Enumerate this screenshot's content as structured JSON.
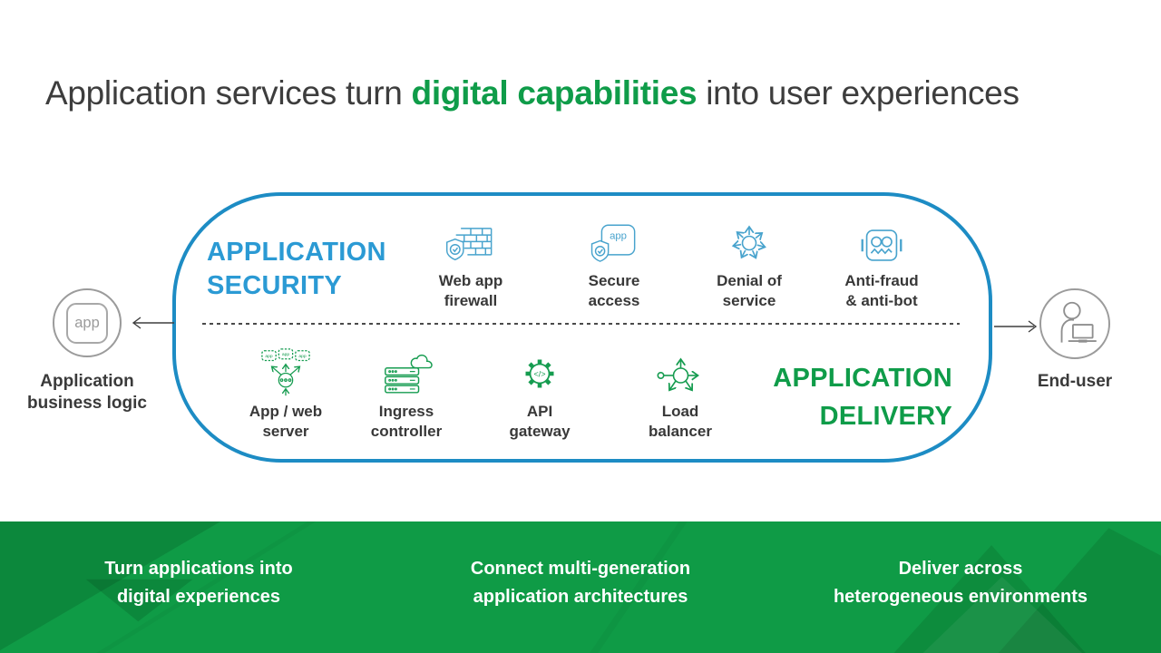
{
  "title": {
    "prefix": "Application services turn ",
    "highlight": "digital capabilities",
    "suffix": " into user experiences"
  },
  "pill": {
    "security": {
      "heading": "APPLICATION\nSECURITY",
      "items": [
        {
          "icon": "web-app-firewall-icon",
          "label": "Web app\nfirewall"
        },
        {
          "icon": "secure-access-icon",
          "label": "Secure\naccess",
          "icon_text": "app"
        },
        {
          "icon": "denial-of-service-icon",
          "label": "Denial of\nservice"
        },
        {
          "icon": "anti-fraud-anti-bot-icon",
          "label": "Anti-fraud\n& anti-bot"
        }
      ]
    },
    "delivery": {
      "heading": "APPLICATION\nDELIVERY",
      "items": [
        {
          "icon": "app-web-server-icon",
          "label": "App / web\nserver",
          "box_text": "app"
        },
        {
          "icon": "ingress-controller-icon",
          "label": "Ingress\ncontroller"
        },
        {
          "icon": "api-gateway-icon",
          "label": "API\ngateway",
          "icon_text": "</>"
        },
        {
          "icon": "load-balancer-icon",
          "label": "Load\nbalancer"
        }
      ]
    }
  },
  "left_actor": {
    "icon": "app-icon",
    "icon_text": "app",
    "label": "Application\nbusiness logic"
  },
  "right_actor": {
    "icon": "end-user-icon",
    "label": "End-user"
  },
  "band": {
    "items": [
      {
        "label": "Turn applications into\ndigital experiences"
      },
      {
        "label": "Connect multi-generation\napplication architectures"
      },
      {
        "label": "Deliver across\nheterogeneous environments"
      }
    ]
  },
  "colors": {
    "title_text": "#3d3d3d",
    "green_accent": "#0f9c49",
    "blue_heading": "#2b9ad4",
    "pill_border": "#1d8cc4",
    "icon_blue": "#48a3cd",
    "icon_green": "#169c50",
    "band_background": "#0f9b46",
    "band_text": "#ffffff",
    "actor_gray": "#9b9b9b"
  }
}
